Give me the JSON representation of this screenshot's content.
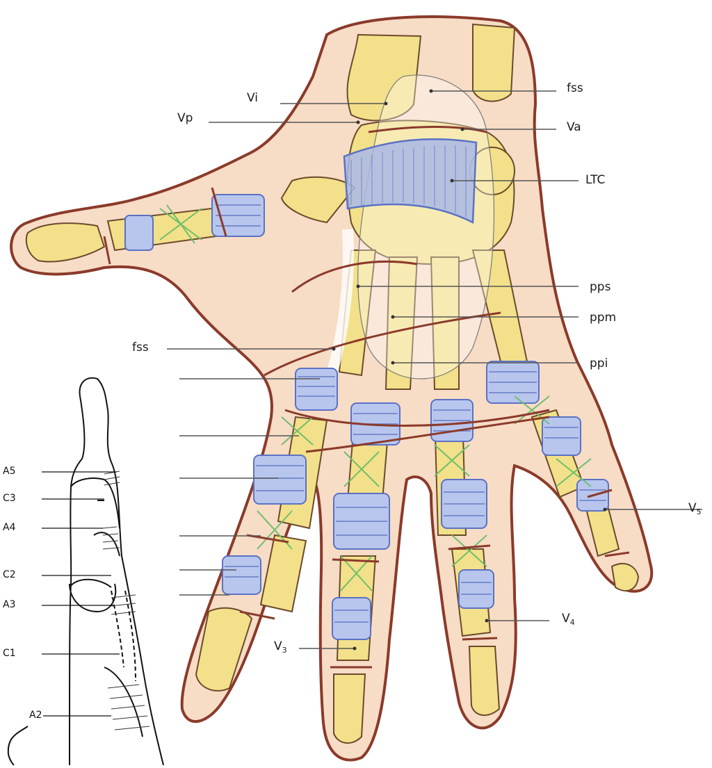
{
  "hand_labels": {
    "vi": "Vi",
    "vp": "Vp",
    "fss_top": "fss",
    "va": "Va",
    "ltc": "LTC",
    "pps": "pps",
    "ppm": "ppm",
    "fss_mid": "fss",
    "ppi": "ppi",
    "v3_base": "V",
    "v3_sub": "3",
    "v4_base": "V",
    "v4_sub": "4",
    "v5_base": "V",
    "v5_sub": "5"
  },
  "finger_labels": {
    "a5": "A5",
    "c3": "C3",
    "a4": "A4",
    "c2": "C2",
    "a3": "A3",
    "c1": "C1",
    "a2": "A2"
  },
  "colors": {
    "skin": "#f7dcc6",
    "outline": "#8b3a2a",
    "bone": "#f3e08a",
    "sheath": "#a9b9e6",
    "sheath_dark": "#5a72c4",
    "cruciate": "#6fbf6a"
  }
}
